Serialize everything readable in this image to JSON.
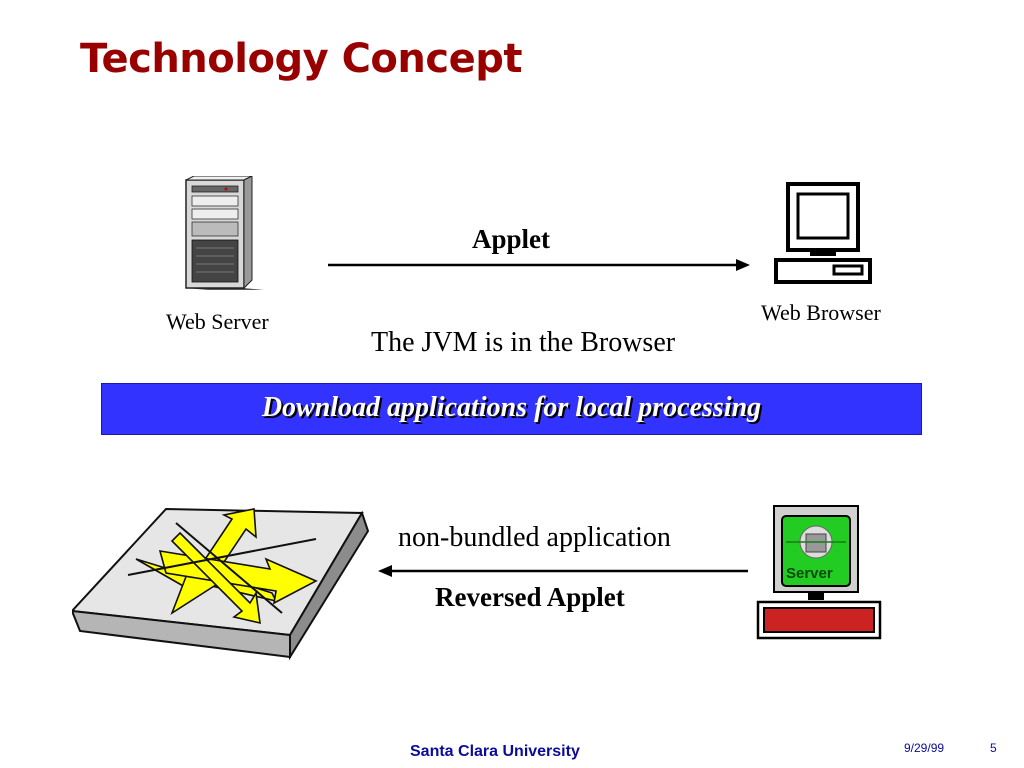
{
  "slide": {
    "title": "Technology Concept",
    "top_diagram": {
      "source_label": "Web Server",
      "target_label": "Web Browser",
      "arrow_label": "Applet",
      "caption": "The JVM is in the Browser"
    },
    "banner": {
      "text": "Download applications for  local processing",
      "color": "#3333ff"
    },
    "bottom_diagram": {
      "arrow_label_top": "non-bundled application",
      "arrow_label_bottom": "Reversed Applet",
      "screen_label": "Server"
    },
    "footer": {
      "organization": "Santa Clara University",
      "date": "9/29/99",
      "page_number": "5"
    }
  },
  "colors": {
    "title": "#990000",
    "footer": "#0b0b9a",
    "switch_arrows": "#ffff00",
    "screen": "#22cc22",
    "keyboard": "#cc2222"
  },
  "icons": [
    "web-server-tower-icon",
    "computer-monitor-icon",
    "network-switch-icon",
    "server-workstation-icon"
  ]
}
